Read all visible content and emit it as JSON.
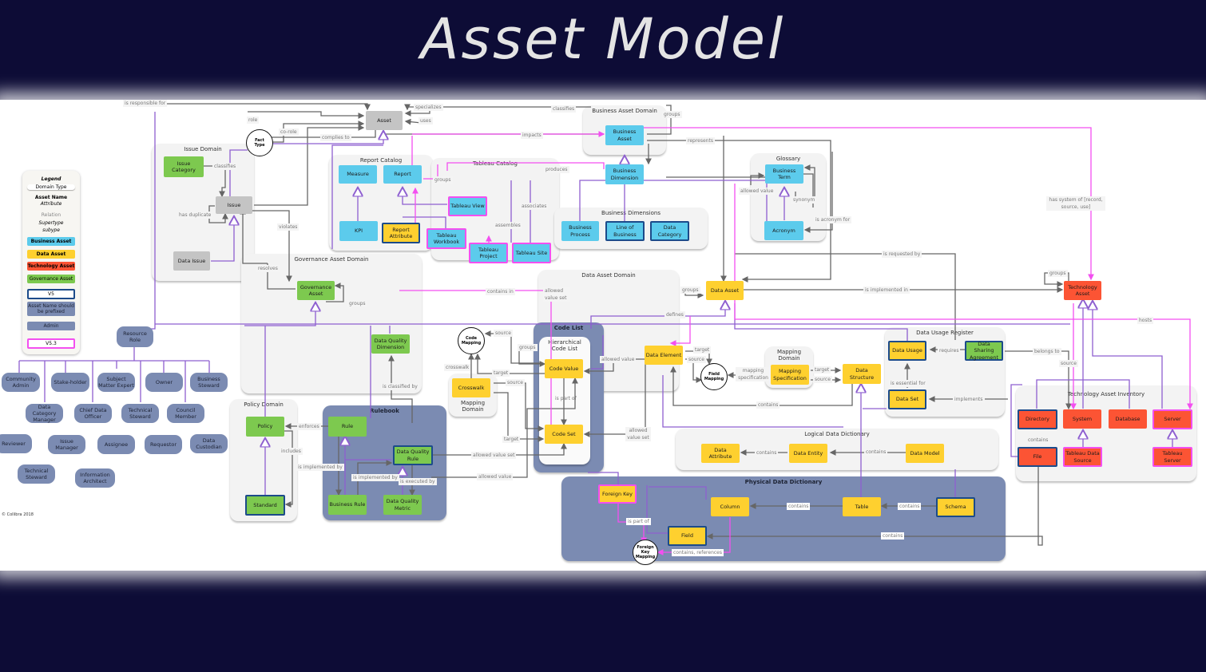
{
  "title": "Asset Model",
  "copyright": "© Collibra 2018",
  "colors": {
    "background": "#0d0c36",
    "business_asset": "#5ccbec",
    "data_asset": "#fed02f",
    "technology_asset": "#fc5434",
    "governance_asset": "#7dc94f",
    "admin": "#7b8bb2",
    "v5_border": "#1c4b8a",
    "v53_border": "#f34ff0",
    "relation_line": "#666666",
    "supertype_line": "#8e5fd0"
  },
  "legend": {
    "title": "Legend",
    "domain_type": "Domain Type",
    "asset_name": "Asset Name",
    "attribute": "Attribute",
    "relation": "Relation",
    "supertype": "Supertype",
    "subtype": "subype",
    "business_asset": "Business Asset",
    "data_asset": "Data Asset",
    "technology_asset": "Technology Asset",
    "governance_asset": "Governance Asset",
    "v5": "V5",
    "prefixed": "Asset Name should be prefixed",
    "admin": "Admin",
    "v53": "V5.3"
  },
  "domains": {
    "issue": "Issue Domain",
    "report_catalog": "Report Catalog",
    "tableau_catalog": "Tableau Catalog",
    "business_asset": "Business  Asset Domain",
    "business_dimensions": "Business Dimensions",
    "glossary": "Glossary",
    "governance": "Governance Asset Domain",
    "policy": "Policy Domain",
    "rulebook": "Rulebook",
    "data_asset": "Data Asset Domain",
    "code_list": "Code List",
    "hierarchical_code_list": "Hierarchical Code List",
    "mapping_left": "Mapping Domain",
    "mapping_right": "Mapping Domain",
    "data_usage": "Data Usage Register",
    "logical": "Logical Data Dictionary",
    "physical": "Physical Data Dictionary",
    "technology": "Technology Asset Inventory"
  },
  "nodes": {
    "asset": "Asset",
    "issue": "Issue",
    "issue_category": "Issue Category",
    "data_issue": "Data Issue",
    "measure": "Measure",
    "report": "Report",
    "kpi": "KPI",
    "report_attribute": "Report Attribute",
    "tableau_view": "Tableau View",
    "tableau_workbook": "Tableau Workbook",
    "tableau_project": "Tableau Project",
    "tableau_site": "Tableau Site",
    "business_asset": "Business Asset",
    "business_dimension": "Business Dimension",
    "business_process": "Business Process",
    "line_of_business": "Line of Business",
    "data_category": "Data Category",
    "business_term": "Business Term",
    "acronym": "Acronym",
    "governance_asset": "Governance Asset",
    "data_quality_dimension": "Data Quality Dimension",
    "policy": "Policy",
    "standard": "Standard",
    "rule": "Rule",
    "data_quality_rule": "Data Quality Rule",
    "business_rule": "Business Rule",
    "data_quality_metric": "Data Quality Metric",
    "data_asset": "Data Asset",
    "code_value": "Code Value",
    "code_set": "Code Set",
    "crosswalk": "Crosswalk",
    "data_element": "Data Element",
    "mapping_specification": "Mapping Specification",
    "data_structure": "Data Structure",
    "data_usage": "Data Usage",
    "data_sharing_agreement": "Data Sharing Agreement",
    "data_set": "Data Set",
    "data_attribute": "Data Attribute",
    "data_entity": "Data Entity",
    "data_model": "Data Model",
    "foreign_key": "Foreign Key",
    "column": "Column",
    "table": "Table",
    "schema": "Schema",
    "field": "Field",
    "technology_asset": "Technology Asset",
    "directory": "Directory",
    "system": "System",
    "database": "Database",
    "server": "Server",
    "file": "File",
    "tableau_data_source": "Tableau Data Source",
    "tableau_server": "Tableau Server"
  },
  "circles": {
    "fact_type": "Fact Type",
    "code_mapping": "Code Mapping",
    "field_mapping": "Field Mapping",
    "foreign_key_mapping": "Foreign Key Mapping"
  },
  "roles": [
    "Resource Role",
    "Community Admin",
    "Stake-holder",
    "Subject Matter Expert",
    "Owner",
    "Business Steward",
    "Data Category Manager",
    "Chief Data Officer",
    "Technical Steward",
    "Council Member",
    "Reviewer",
    "Issue Manager",
    "Assignee",
    "Requestor",
    "Data Custodian",
    "Technical Steward",
    "Information Architect"
  ],
  "relations": {
    "is_responsible_for": "is responsible for",
    "role": "role",
    "co_role": "co-role",
    "complies_to": "complies to",
    "specializes": "specializes",
    "uses": "uses",
    "classifies_top": "classifies",
    "groups_top": "groups",
    "impacts": "impacts",
    "represents": "represents",
    "classifies": "classifies",
    "has_duplicate": "has duplicate",
    "violates": "violates",
    "resolves": "resolves",
    "groups_report": "groups",
    "produces": "produces",
    "associates": "associates",
    "assembles": "assembles",
    "allowed_value_bt": "allowed value",
    "synonym": "synonym",
    "is_acronym_for": "is acronym for",
    "has_system_of": "has system of [record, source, use]",
    "is_requested_by": "is requested by",
    "is_implemented_in": "is implemented in",
    "groups_tech": "groups",
    "hosts": "hosts",
    "groups_gov": "groups",
    "is_classified_by": "is classified by",
    "enforces": "enforces",
    "includes": "includes",
    "is_implemented_by": "is implemented by",
    "is_implemented_by_2": "is implemented by",
    "is_executed_by": "is executed by",
    "allowed_value_set": "allowed value set",
    "allowed_value": "allowed value",
    "contains_in": "contains in",
    "allowed_value_set_2": "allowed value set",
    "groups_da": "groups",
    "defines": "defines",
    "source_cm": "source",
    "groups_cl": "groups",
    "crosswalk": "crosswalk",
    "target_cm": "target",
    "source_cw": "source",
    "target_cw": "target",
    "is_part_of": "is part of",
    "allowed_value_de": "allowed value",
    "allowed_value_set_de": "allowed value set",
    "target_fm": "target",
    "source_fm": "source",
    "mapping_specification": "mapping specification",
    "target_ms": "target",
    "source_ms": "source",
    "contains_ds": "contains",
    "requires": "requires",
    "is_essential_for": "is essential for",
    "implements": "implements",
    "belongs_to": "belongs to",
    "source_tech": "source",
    "contains_ld1": "contains",
    "contains_ld2": "contains",
    "contains_pd1": "contains",
    "contains_pd2": "contains",
    "contains_field": "contains",
    "is_part_of_fk": "is part of",
    "contains_references": "contains, references",
    "contains_dir": "contains"
  }
}
